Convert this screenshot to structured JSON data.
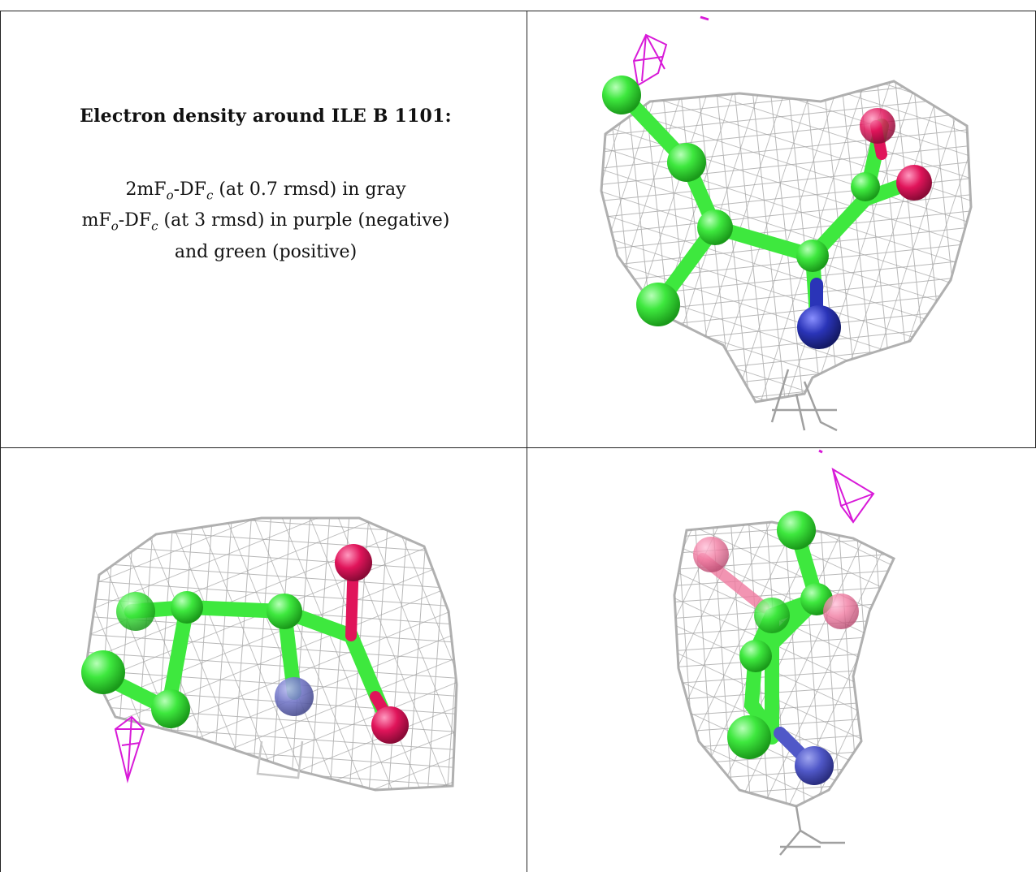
{
  "caption": {
    "title": "Electron density around ILE B 1101:",
    "line1": {
      "pre": "2mF",
      "sub1": "o",
      "mid": "-DF",
      "sub2": "c",
      "post": " (at 0.7 rmsd) in gray"
    },
    "line2": {
      "pre": "mF",
      "sub1": "o",
      "mid": "-DF",
      "sub2": "c",
      "post": " (at 3 rmsd) in purple (negative)"
    },
    "line3": "and green (positive)"
  },
  "colors": {
    "mesh_gray": "#b8b8b8",
    "mesh_dark": "#8a8a8a",
    "negative_purple": "#d81ad8",
    "carbon_green": "#3ee83e",
    "nitrogen_blue": "#2a34b8",
    "oxygen_red": "#e0145a"
  },
  "panels": [
    "view-1",
    "view-2",
    "view-3"
  ]
}
